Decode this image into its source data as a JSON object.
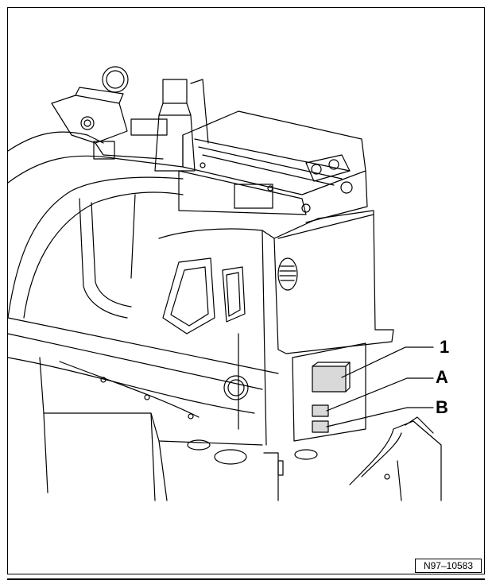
{
  "figure": {
    "callouts": {
      "item_1": "1",
      "item_a": "A",
      "item_b": "B"
    },
    "reference_code": "N97–10583",
    "line_color": "#000000",
    "component_fill": "#d9d9d9"
  }
}
